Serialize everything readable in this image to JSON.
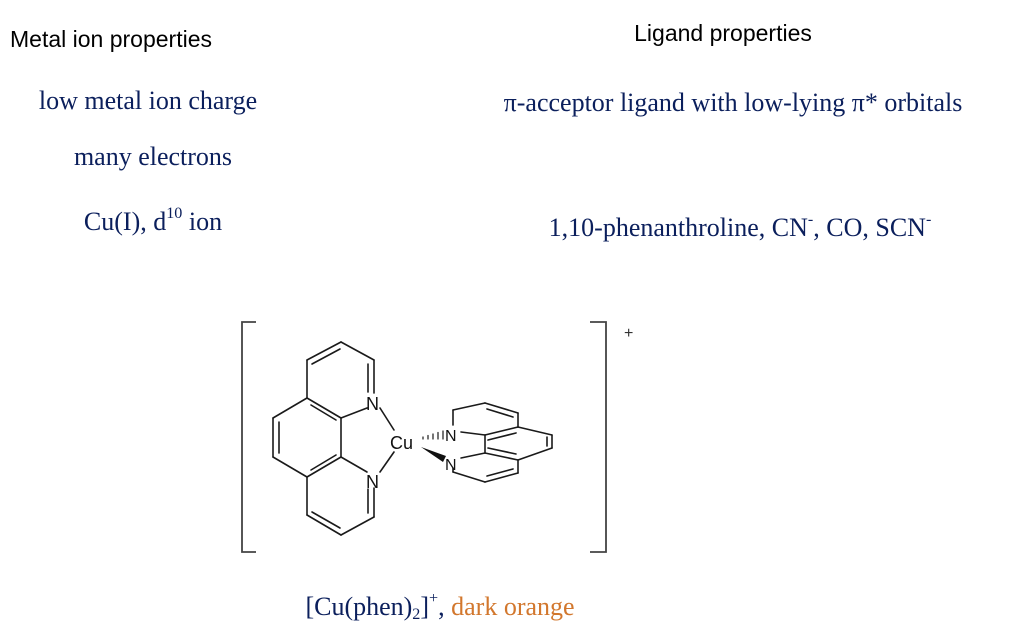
{
  "metal_column": {
    "heading": "Metal ion properties",
    "line1": "low metal ion charge",
    "line2": "many electrons",
    "line3_prefix": "Cu(I), d",
    "line3_sup": "10",
    "line3_suffix": " ion"
  },
  "ligand_column": {
    "heading": "Ligand properties",
    "line1": "π-acceptor ligand with low-lying π* orbitals",
    "line2_a": "1,10-phenanthroline, CN",
    "line2_sup1": "-",
    "line2_b": ", CO, SCN",
    "line2_sup2": "-"
  },
  "structure": {
    "metal_label": "Cu",
    "nitrogen_label": "N",
    "charge": "+"
  },
  "caption": {
    "formula_a": "[Cu(phen)",
    "formula_sub": "2",
    "formula_b": "]",
    "formula_sup": "+",
    "separator": ", ",
    "color_text": "dark orange"
  },
  "colors": {
    "body_text": "#0b1f5c",
    "heading_text": "#000000",
    "color_label": "#d2772d"
  }
}
